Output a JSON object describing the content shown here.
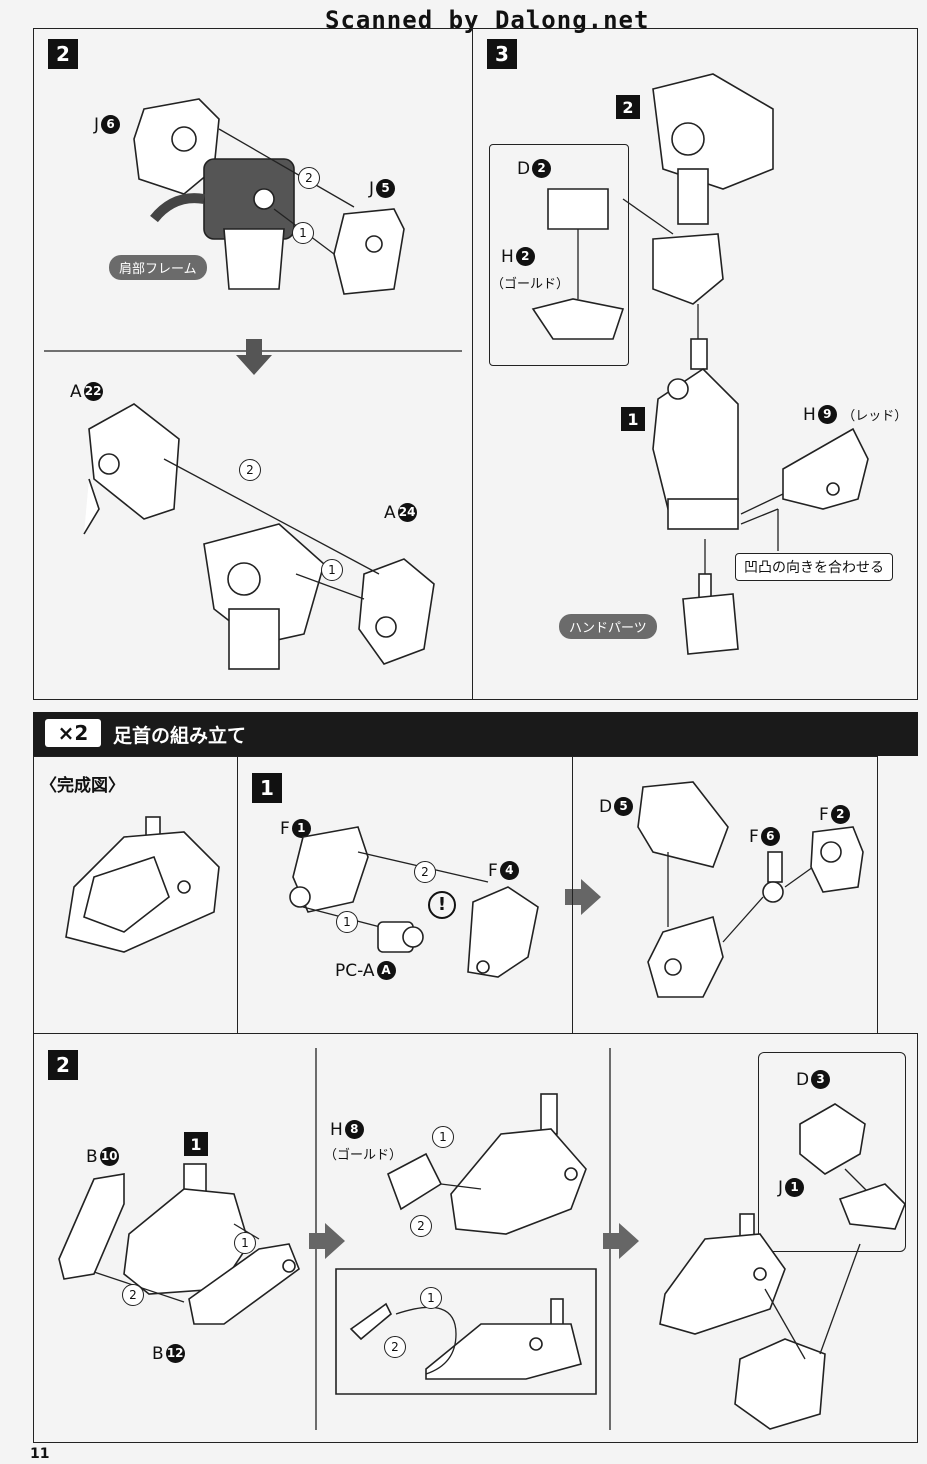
{
  "header": {
    "scan_credit": "Scanned by Dalong.net"
  },
  "page_number": "11",
  "top_left_panel": {
    "step": "2",
    "part_j6": "J",
    "part_j6_num": "6",
    "part_j5": "J",
    "part_j5_num": "5",
    "seq1": "1",
    "seq2": "2",
    "pill_label": "肩部フレーム",
    "part_a22": "A",
    "part_a22_num": "22",
    "part_a24": "A",
    "part_a24_num": "24",
    "seq1b": "1",
    "seq2b": "2"
  },
  "top_right_panel": {
    "step": "3",
    "sub_step_2": "2",
    "sub_step_1": "1",
    "part_d2": "D",
    "part_d2_num": "2",
    "part_h2": "H",
    "part_h2_num": "2",
    "h2_note": "（ゴールド）",
    "part_h9": "H",
    "part_h9_num": "9",
    "h9_note": "（レッド）",
    "callout": "凹凸の向きを合わせる",
    "pill_label": "ハンドパーツ"
  },
  "section_bar": {
    "multiplier": "×2",
    "title": "足首の組み立て"
  },
  "middle_row": {
    "completed_label": "〈完成図〉",
    "step": "1",
    "part_f1": "F",
    "part_f1_num": "1",
    "part_f4": "F",
    "part_f4_num": "4",
    "part_pca": "PC-A",
    "part_pca_num": "A",
    "caution": "!",
    "seq1": "1",
    "seq2": "2",
    "part_d5": "D",
    "part_d5_num": "5",
    "part_f6": "F",
    "part_f6_num": "6",
    "part_f2": "F",
    "part_f2_num": "2"
  },
  "bottom_row": {
    "step": "2",
    "sub_step_1": "1",
    "part_b10": "B",
    "part_b10_num": "10",
    "part_b12": "B",
    "part_b12_num": "12",
    "seq1": "1",
    "seq2": "2",
    "part_h8": "H",
    "part_h8_num": "8",
    "h8_note": "（ゴールド）",
    "seq1b": "1",
    "seq2b": "2",
    "seq1c": "1",
    "seq2c": "2",
    "part_d3": "D",
    "part_d3_num": "3",
    "part_j1": "J",
    "part_j1_num": "1"
  }
}
